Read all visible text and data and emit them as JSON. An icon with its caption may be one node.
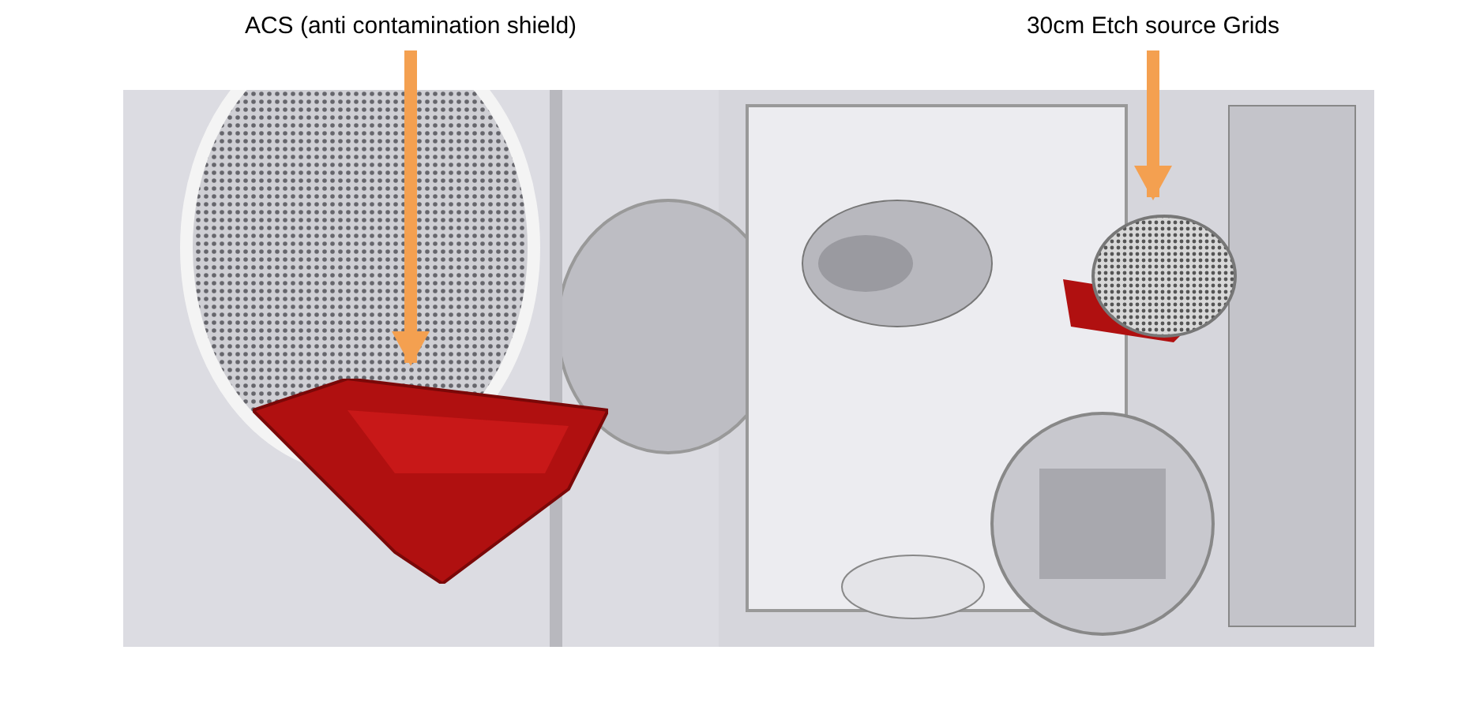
{
  "diagram": {
    "nodes": [
      {
        "text": [
          "ACS (anti contamination shield)"
        ]
      },
      {
        "text": [],
        "shape": "picture"
      },
      {
        "text": [
          "30cm Etch source Grids"
        ]
      },
      {
        "text": [],
        "shape": "circle"
      }
    ],
    "edges": [
      {
        "from": 0,
        "to": 1,
        "arrow": "to"
      },
      {
        "from": 2,
        "to": 3,
        "arrow": "to"
      }
    ]
  }
}
